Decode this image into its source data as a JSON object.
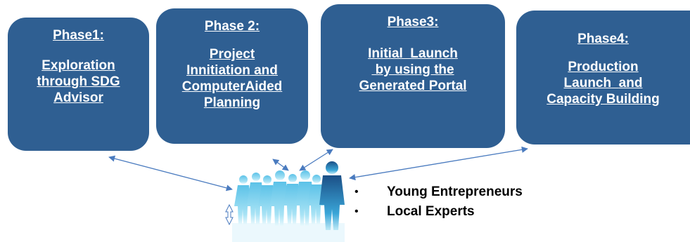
{
  "phases": [
    {
      "title": "Phase1:",
      "body_lines": [
        "Exploration",
        "through SDG",
        "Advisor"
      ]
    },
    {
      "title": "Phase 2:",
      "body_lines": [
        "Project",
        "Innitiation and",
        "ComputerAided",
        "Planning"
      ]
    },
    {
      "title": "Phase3:",
      "body_lines": [
        "Initial  Launch",
        " by using the",
        "Generated Portal"
      ]
    },
    {
      "title": "Phase4:",
      "body_lines": [
        "Production",
        "Launch",
        "and",
        "Capacity Building"
      ]
    }
  ],
  "stakeholders": [
    "Young Entrepreneurs",
    "Local Experts"
  ],
  "bullet_glyph": "•",
  "colors": {
    "phase_fill": "#2f5f92",
    "connector": "#4a7bbf",
    "people_light": "#8fd8f0",
    "people_mid": "#3aa6d8",
    "people_dark": "#1b4f86"
  }
}
